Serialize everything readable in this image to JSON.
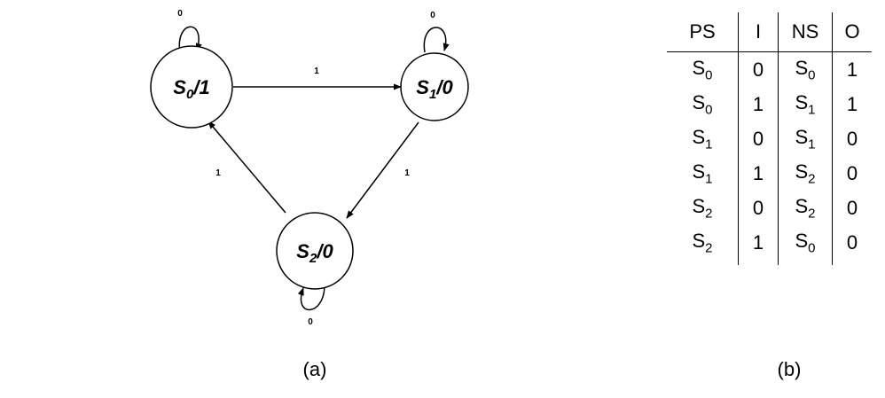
{
  "diagram": {
    "states": [
      {
        "name": "S",
        "sub": "0",
        "output": "/1"
      },
      {
        "name": "S",
        "sub": "1",
        "output": "/0"
      },
      {
        "name": "S",
        "sub": "2",
        "output": "/0"
      }
    ],
    "transitions": {
      "s0_self": "0",
      "s1_self": "0",
      "s2_self": "0",
      "s0_to_s1": "1",
      "s1_to_s2": "1",
      "s2_to_s0": "1"
    },
    "caption": "(a)"
  },
  "table": {
    "headers": [
      "PS",
      "I",
      "NS",
      "O"
    ],
    "rows": [
      [
        {
          "base": "S",
          "sub": "0"
        },
        "0",
        {
          "base": "S",
          "sub": "0"
        },
        "1"
      ],
      [
        {
          "base": "S",
          "sub": "0"
        },
        "1",
        {
          "base": "S",
          "sub": "1"
        },
        "1"
      ],
      [
        {
          "base": "S",
          "sub": "1"
        },
        "0",
        {
          "base": "S",
          "sub": "1"
        },
        "0"
      ],
      [
        {
          "base": "S",
          "sub": "1"
        },
        "1",
        {
          "base": "S",
          "sub": "2"
        },
        "0"
      ],
      [
        {
          "base": "S",
          "sub": "2"
        },
        "0",
        {
          "base": "S",
          "sub": "2"
        },
        "0"
      ],
      [
        {
          "base": "S",
          "sub": "2"
        },
        "1",
        {
          "base": "S",
          "sub": "0"
        },
        "0"
      ]
    ],
    "caption": "(b)"
  }
}
